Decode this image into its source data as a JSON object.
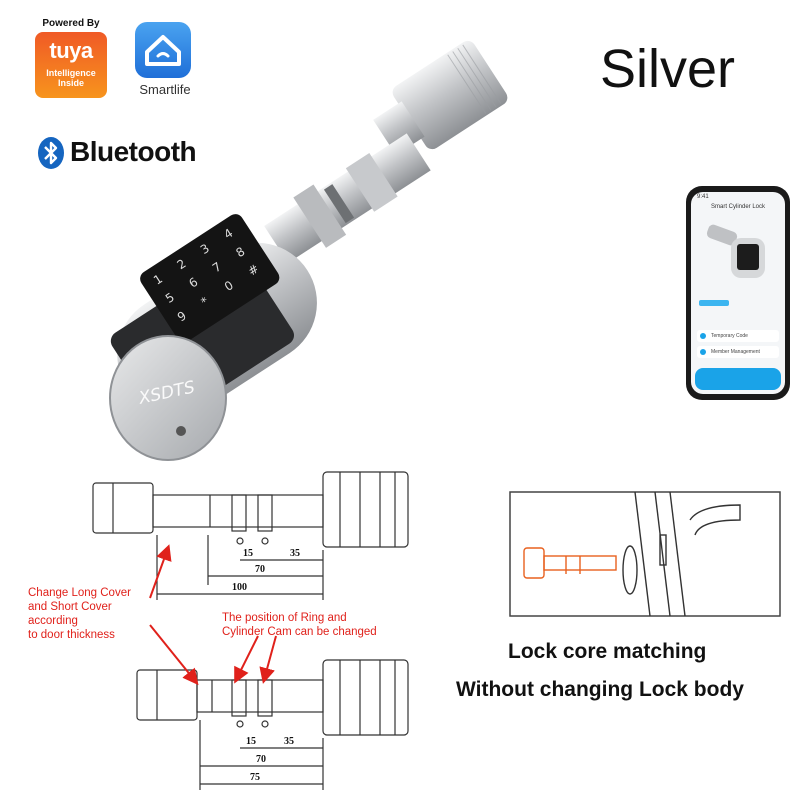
{
  "badges": {
    "tuya": {
      "powered": "Powered By",
      "word": "tuya",
      "sub": "Intelligence\nInside"
    },
    "smartlife": {
      "label": "Smartlife"
    },
    "bluetooth": {
      "label": "Bluetooth"
    }
  },
  "color_name": "Silver",
  "product": {
    "brand_mark": "XSDTS",
    "keypad_keys": [
      "1",
      "2",
      "3",
      "4",
      "5",
      "6",
      "7",
      "8",
      "9",
      "*",
      "0",
      "#"
    ]
  },
  "phone": {
    "status": "9:41",
    "app_title": "Smart Cylinder Lock",
    "menu": [
      "Temporary Code",
      "Member Management"
    ]
  },
  "diagram": {
    "top_dims": [
      "15",
      "35",
      "70",
      "100"
    ],
    "bottom_dims": [
      "15",
      "35",
      "70",
      "75"
    ],
    "note_cover": [
      "Change Long Cover",
      "and Short Cover",
      "according",
      "to door thickness"
    ],
    "note_ring": [
      "The position of Ring and",
      "Cylinder Cam can be changed"
    ]
  },
  "captions": {
    "line1": "Lock core matching",
    "line2": "Without changing Lock body"
  },
  "colors": {
    "tuya_orange": "#f26b21",
    "annotation_red": "#e0211b",
    "lock_silver": "#c9cbce",
    "keypad_black": "#111111",
    "app_blue": "#1aa3e8"
  }
}
